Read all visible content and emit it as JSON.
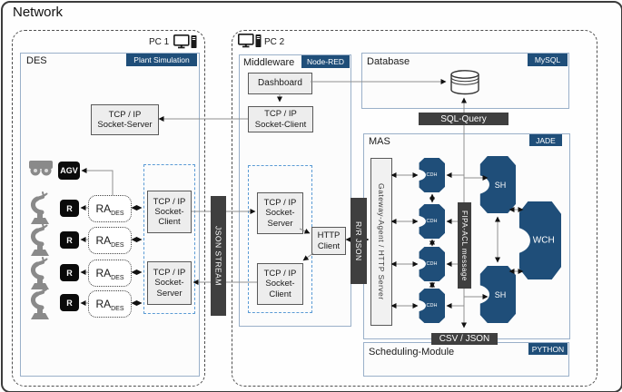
{
  "title": "Network",
  "colors": {
    "badge_blue": "#1f4e79",
    "agent_shape_blue": "#1f4e79",
    "bar_gray": "#3f3f3f",
    "dashed_container_blue": "#5b9bd5",
    "black_node": "#0a0a0a"
  },
  "bars": {
    "json_stream": "JSON STREAM",
    "rr_json": "R/R JSON",
    "fipa": "FIPA-ACL message",
    "sql_query": "SQL-Query",
    "csv_json": "CSV / JSON"
  },
  "pc1": {
    "label": "PC 1",
    "des": {
      "label": "DES",
      "badge": "Plant Simulation",
      "socket_server_top": "TCP / IP\nSocket-Server",
      "agv_label": "AGV",
      "robots": [
        {
          "r": "R",
          "ra": "RA",
          "ra_sub": "DES"
        },
        {
          "r": "R",
          "ra": "RA",
          "ra_sub": "DES"
        },
        {
          "r": "R",
          "ra": "RA",
          "ra_sub": "DES"
        },
        {
          "r": "R",
          "ra": "RA",
          "ra_sub": "DES"
        }
      ],
      "io": {
        "client": "TCP / IP\nSocket-\nClient",
        "server": "TCP / IP\nSocket-\nServer"
      }
    }
  },
  "pc2": {
    "label": "PC 2",
    "middleware": {
      "label": "Middleware",
      "badge": "Node-RED",
      "dashboard": "Dashboard",
      "socket_client": "TCP / IP\nSocket-Client",
      "io": {
        "server": "TCP / IP\nSocket-\nServer",
        "client": "TCP / IP\nSocket-\nClient"
      },
      "http_client": "HTTP\nClient"
    },
    "database": {
      "label": "Database",
      "badge": "MySQL"
    },
    "mas": {
      "label": "MAS",
      "badge": "JADE",
      "gateway": "Gateway-Agent / HTTP Server",
      "cdh": [
        "CDH",
        "CDH",
        "CDH",
        "CDH"
      ],
      "sh_top": "SH",
      "sh_bottom": "SH",
      "wch": "WCH"
    },
    "scheduling": {
      "label": "Scheduling-Module",
      "badge": "PYTHON"
    }
  }
}
